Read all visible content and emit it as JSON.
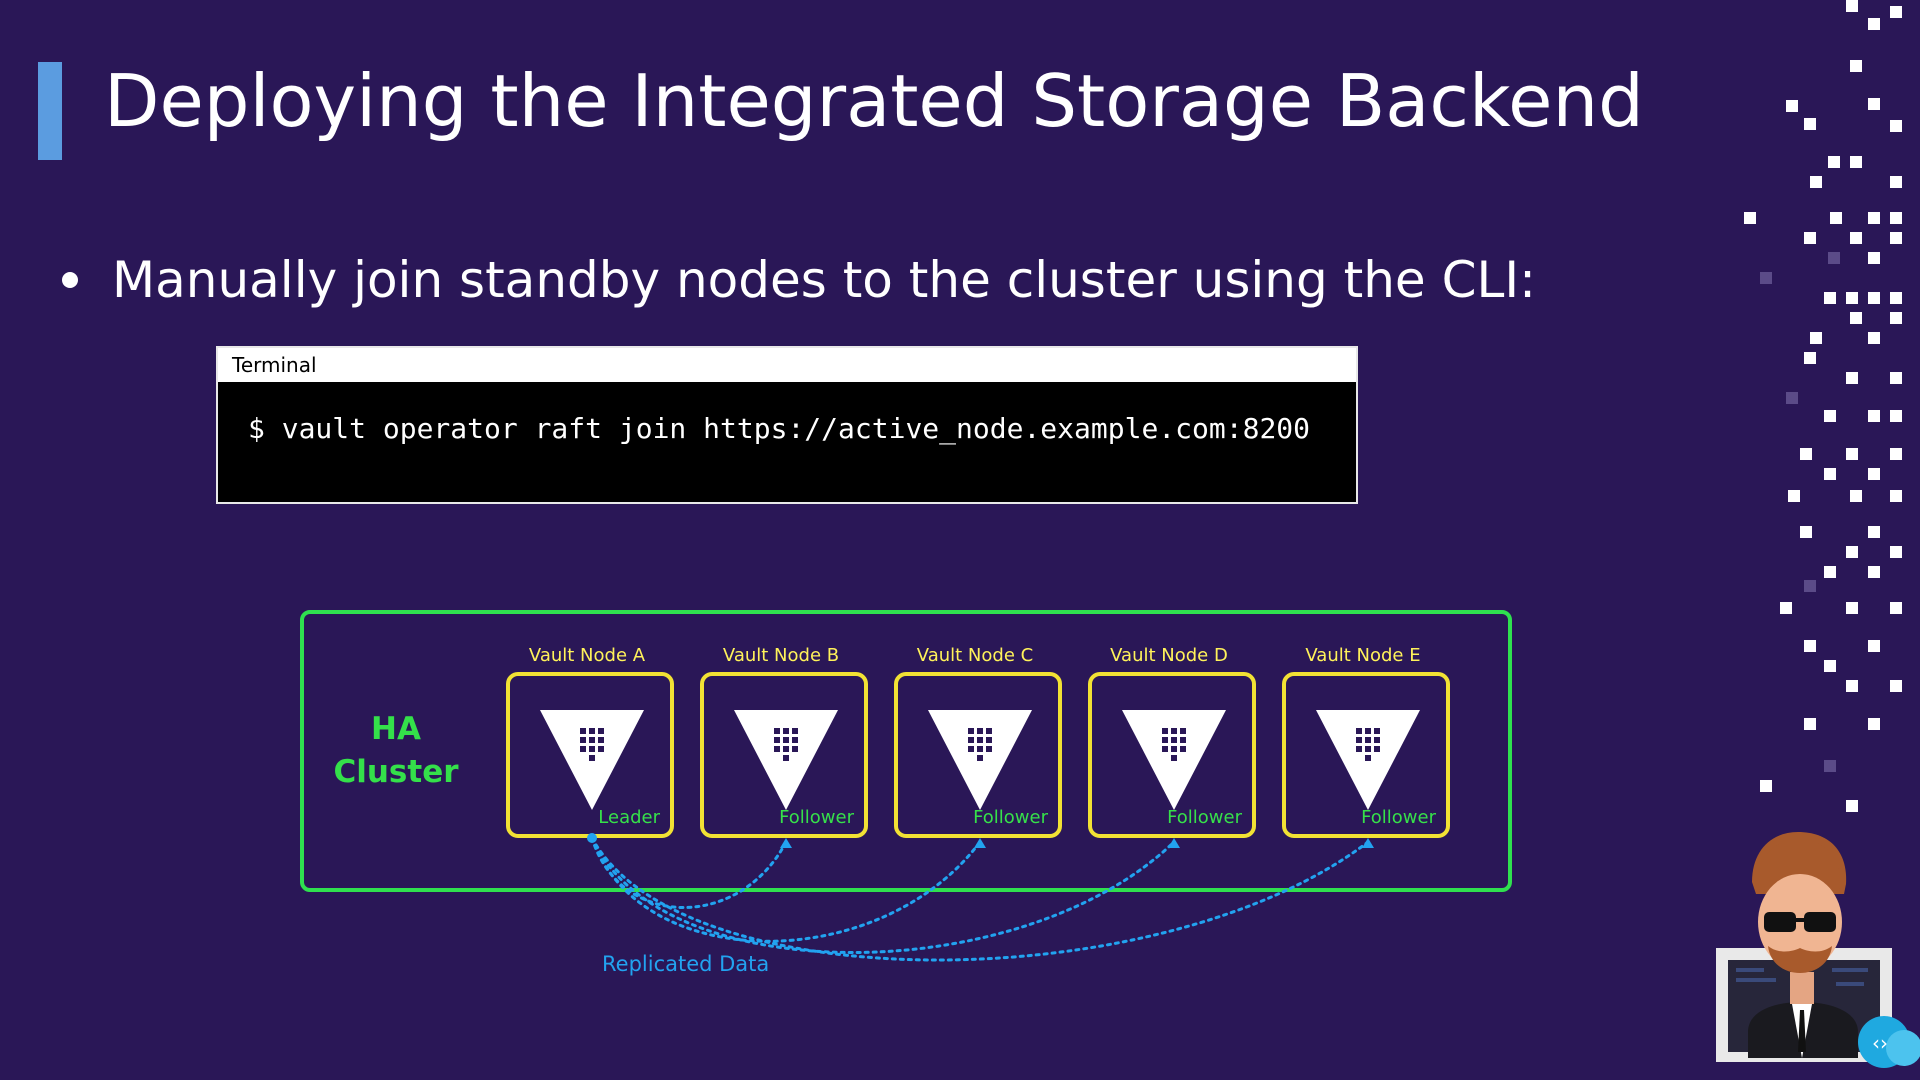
{
  "slide": {
    "title": "Deploying the Integrated Storage Backend",
    "bullet": "Manually join standby nodes to the cluster using the CLI:"
  },
  "terminal": {
    "header": "Terminal",
    "command": "$ vault operator raft join https://active_node.example.com:8200"
  },
  "diagram": {
    "cluster_label_line1": "HA",
    "cluster_label_line2": "Cluster",
    "replicated_label": "Replicated Data",
    "nodes": [
      {
        "name": "Vault Node A",
        "role": "Leader"
      },
      {
        "name": "Vault Node B",
        "role": "Follower"
      },
      {
        "name": "Vault Node C",
        "role": "Follower"
      },
      {
        "name": "Vault Node D",
        "role": "Follower"
      },
      {
        "name": "Vault Node E",
        "role": "Follower"
      }
    ]
  },
  "colors": {
    "background": "#2a1757",
    "accent": "#5b9ce0",
    "cluster_border": "#2fe04f",
    "node_border": "#f2e234",
    "replication": "#22a3f0"
  },
  "icons": [
    "vault-triangle-icon",
    "instructor-avatar-icon",
    "pixel-decoration"
  ]
}
